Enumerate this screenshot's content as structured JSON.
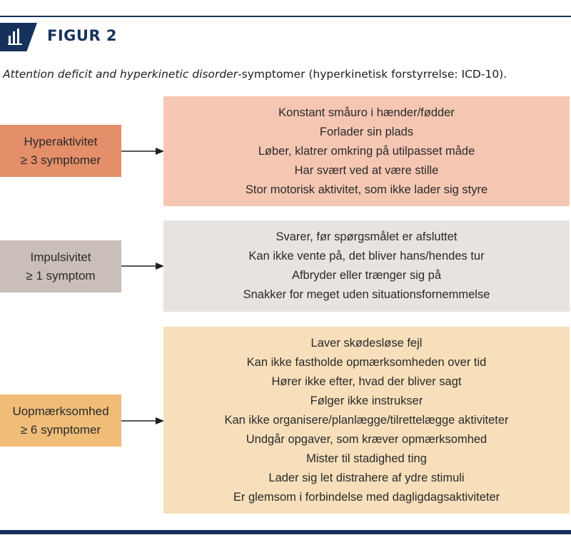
{
  "figure": {
    "label": "FIGUR 2",
    "icon": "bar-chart-icon",
    "caption_italic": "Attention deficit and hyperkinetic disorder",
    "caption_rest": "-symptomer (hyperkinetisk forstyrrelse: ICD-10)."
  },
  "colors": {
    "navy": "#16325c",
    "hyper_box": "#e48f6a",
    "hyper_panel": "#f5c7b3",
    "impuls_box": "#c9bfb8",
    "impuls_panel": "#e8e3e0",
    "uopm_box": "#efbd78",
    "uopm_panel": "#f7dfbb"
  },
  "groups": [
    {
      "name": "Hyperaktivitet",
      "threshold": "≥ 3 symptomer",
      "symptoms": [
        "Konstant småuro i hænder/fødder",
        "Forlader sin plads",
        "Løber, klatrer omkring på utilpasset måde",
        "Har svært ved at være stille",
        "Stor motorisk aktivitet, som ikke lader sig styre"
      ]
    },
    {
      "name": "Impulsivitet",
      "threshold": "≥ 1 symptom",
      "symptoms": [
        "Svarer, før spørgsmålet er afsluttet",
        "Kan ikke vente på, det bliver hans/hendes tur",
        "Afbryder eller trænger sig på",
        "Snakker for meget uden situationsfornemmelse"
      ]
    },
    {
      "name": "Uopmærksomhed",
      "threshold": "≥ 6 symptomer",
      "symptoms": [
        "Laver skødesløse fejl",
        "Kan ikke fastholde opmærksomheden over tid",
        "Hører ikke efter, hvad der bliver sagt",
        "Følger ikke instrukser",
        "Kan ikke organisere/planlægge/tilrettelægge aktiviteter",
        "Undgår opgaver, som kræver opmærksomhed",
        "Mister til stadighed ting",
        "Lader sig let distrahere af ydre stimuli",
        "Er glemsom i forbindelse med dagligdagsaktiviteter"
      ]
    }
  ]
}
